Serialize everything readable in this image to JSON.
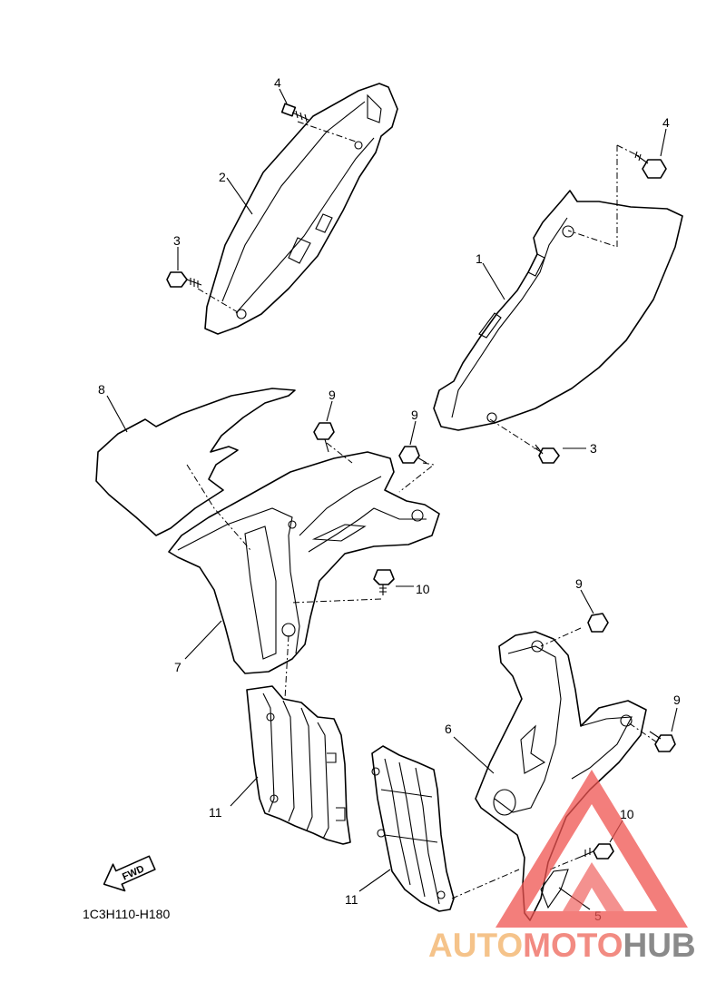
{
  "diagram": {
    "code": "1C3H110-H180",
    "fwd_label": "FWD",
    "callouts": {
      "c1": "1",
      "c2": "2",
      "c3a": "3",
      "c3b": "3",
      "c4a": "4",
      "c4b": "4",
      "c5": "5",
      "c6": "6",
      "c7": "7",
      "c8": "8",
      "c9a": "9",
      "c9b": "9",
      "c9c": "9",
      "c9d": "9",
      "c10a": "10",
      "c10b": "10",
      "c11a": "11",
      "c11b": "11"
    }
  },
  "watermark": {
    "part1": "AUTO",
    "part2": "MOTO",
    "part3": "HUB",
    "colors": {
      "auto": "#f5c38a",
      "moto": "#f28b82",
      "hub": "#8a8a8a",
      "logo": "#ef5350"
    }
  }
}
